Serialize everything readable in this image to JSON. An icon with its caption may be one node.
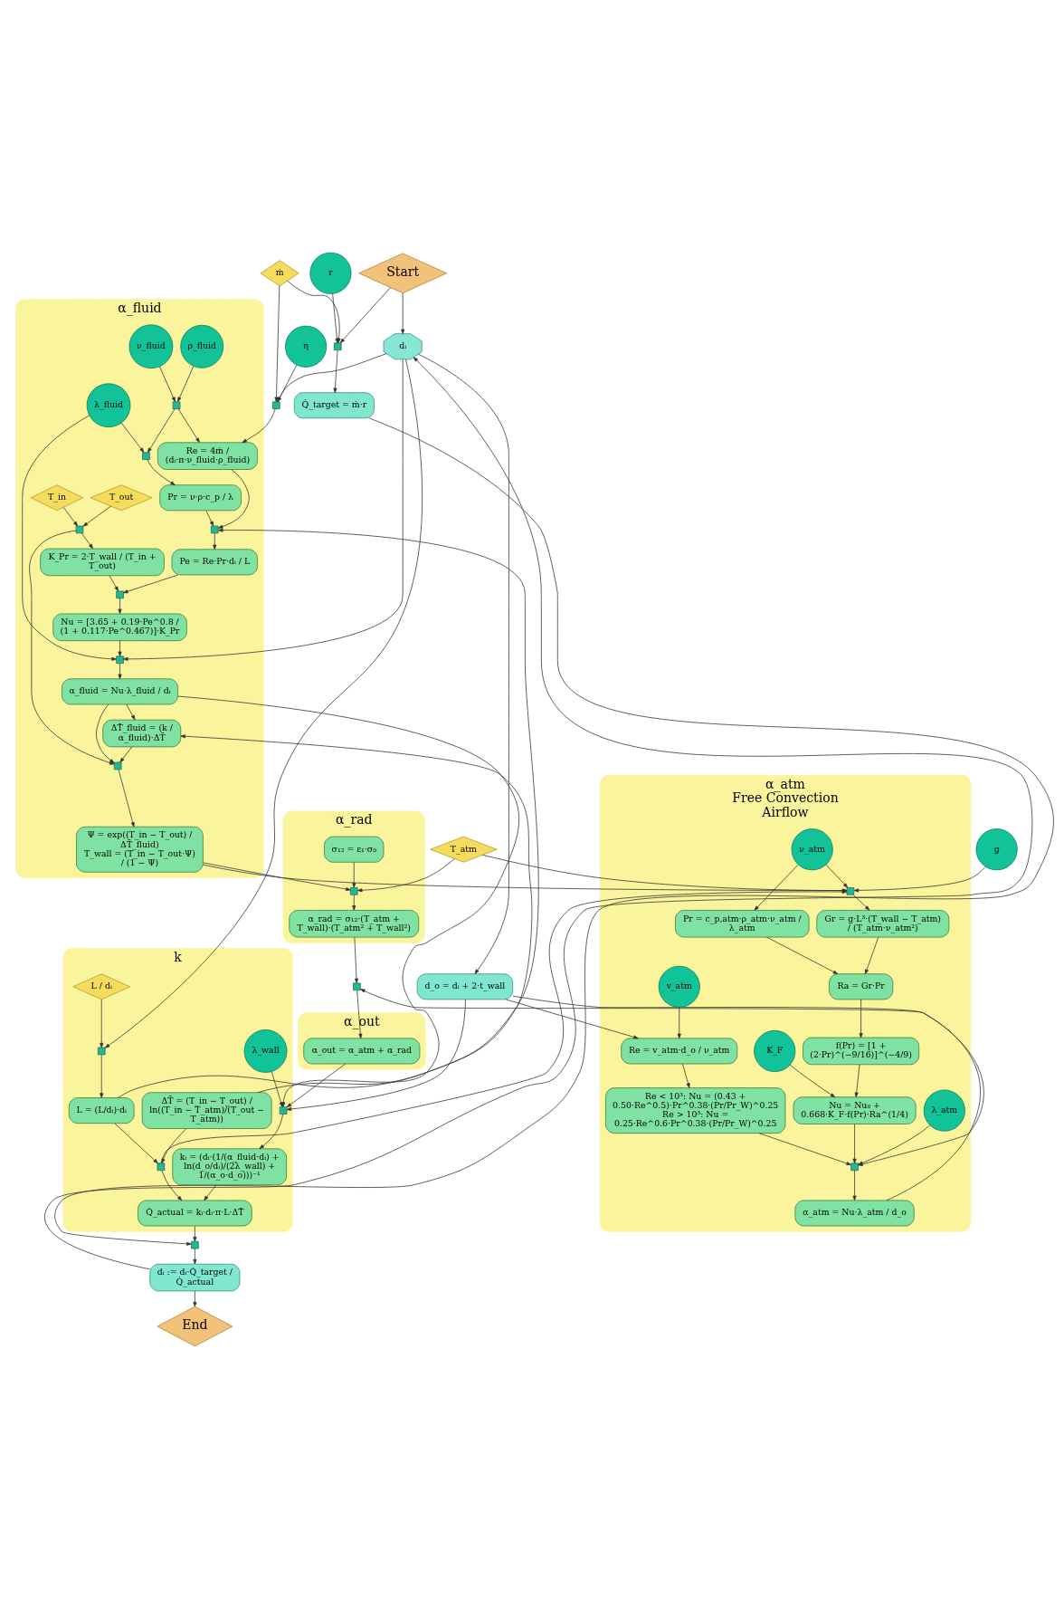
{
  "diagram": {
    "nodes": [
      {
        "text": [
          "Start"
        ]
      },
      {
        "text": [
          "ṁ"
        ]
      },
      {
        "text": [
          "r"
        ]
      },
      {
        "text": [
          "η"
        ]
      },
      {
        "text": [
          "dᵢ"
        ]
      },
      {
        "text": [
          "d_o = dᵢ + 2·t_wall"
        ]
      },
      {
        "text": [
          "Q̇_target = ṁ·r"
        ]
      },
      {
        "text": [
          "T_atm"
        ]
      },
      {
        "text": [
          "g"
        ]
      },
      {
        "text": [
          "α_fluid"
        ]
      },
      {
        "text": [
          "ρ_fluid"
        ],
        "in": 9
      },
      {
        "text": [
          "ν_fluid"
        ],
        "in": 9
      },
      {
        "text": [
          "Re = 4ṁ / (dᵢ·π·ν_fluid·ρ_fluid)"
        ],
        "in": 9
      },
      {
        "text": [
          "Pr = ν·ρ·c_p / λ"
        ],
        "in": 9
      },
      {
        "text": [
          "Pe = Re·Pr·dᵢ / L"
        ],
        "in": 9
      },
      {
        "text": [
          "T_in"
        ],
        "in": 9
      },
      {
        "text": [
          "T_out"
        ],
        "in": 9
      },
      {
        "text": [
          "K_Pr = 2·T_wall / (T_in + T_out)"
        ],
        "in": 9
      },
      {
        "text": [
          "λ_fluid"
        ],
        "in": 9
      },
      {
        "text": [
          "Nu = [3.65 + 0.19·Pe^0.8 / (1 + 0.117·Pe^0.467)]·K_Pr"
        ],
        "in": 9
      },
      {
        "text": [
          "α_fluid = Nu·λ_fluid / dᵢ"
        ],
        "in": 9
      },
      {
        "text": [
          "ΔT̄_fluid = (k / α_fluid)·ΔT̄"
        ],
        "in": 9
      },
      {
        "text": [
          "Ψ = exp((T_in − T_out) / ΔT̄_fluid)",
          "T_wall = (T_in − T_out·Ψ) / (1 − Ψ)"
        ],
        "in": 9
      },
      {
        "text": [
          "α_rad"
        ]
      },
      {
        "text": [
          "σ₁₂ = ε₁·σ₀"
        ],
        "in": 23
      },
      {
        "text": [
          "α_rad = σ₁₂·(T_atm + T_wall)·(T_atm² + T_wall²)"
        ],
        "in": 23
      },
      {
        "text": [
          "α_out"
        ]
      },
      {
        "text": [
          "α_out = α_atm + α_rad"
        ],
        "in": 26
      },
      {
        "text": [
          "k"
        ]
      },
      {
        "text": [
          "λ_wall"
        ],
        "in": 28
      },
      {
        "text": [
          "kᵢ = (dᵢ·(1/(α_fluid·dᵢ) + ln(d_o/dᵢ)/(2λ_wall) + 1/(α_o·d_o)))⁻¹"
        ],
        "in": 28
      },
      {
        "text": [
          "ΔT̄ = (T_in − T_out) / ln((T_in − T_atm)/(T_out − T_atm))"
        ],
        "in": 28
      },
      {
        "text": [
          "L / dᵢ"
        ],
        "in": 28
      },
      {
        "text": [
          "L = (L/dᵢ)·dᵢ"
        ],
        "in": 28
      },
      {
        "text": [
          "Q̇_actual = kᵢ·dᵢ·π·L·ΔT̄"
        ],
        "in": 28
      },
      {
        "text": [
          "dᵢ := dᵢ·Q̇_target / Q̇_actual"
        ]
      },
      {
        "text": [
          "End"
        ]
      },
      {
        "text": [
          "α_atm",
          "Free Convection",
          "Airflow"
        ]
      },
      {
        "text": [
          "v_atm"
        ],
        "in": 37
      },
      {
        "text": [
          "ν_atm"
        ],
        "in": 37
      },
      {
        "text": [
          "Gr = g·L³·(T_wall − T_atm) / (T_atm·ν_atm²)"
        ],
        "in": 37
      },
      {
        "text": [
          "Pr = c_p,atm·ρ_atm·ν_atm / λ_atm"
        ],
        "in": 37
      },
      {
        "text": [
          "Re = v_atm·d_o / ν_atm"
        ],
        "in": 37
      },
      {
        "text": [
          "Ra = Gr·Pr"
        ],
        "in": 37
      },
      {
        "text": [
          "f(Pr) = [1 + (2·Pr)^(−9/16)]^(−4/9)"
        ],
        "in": 37
      },
      {
        "text": [
          "K_F"
        ],
        "in": 37
      },
      {
        "text": [
          "Nu = Nu₀ + 0.668·K_F·f(Pr)·Ra^(1/4)"
        ],
        "in": 37
      },
      {
        "text": [
          "Re < 10³: Nu = (0.43 + 0.50·Re^0.5)·Pr^0.38·(Pr/Pr_W)^0.25",
          "Re > 10³: Nu = 0.25·Re^0.6·Pr^0.38·(Pr/Pr_W)^0.25"
        ],
        "in": 37
      },
      {
        "text": [
          "λ_atm"
        ],
        "in": 37
      },
      {
        "text": [
          "α_atm = Nu·λ_atm / d_o"
        ],
        "in": 37
      },
      {
        "text": [],
        "shape": "box"
      },
      {
        "text": [],
        "shape": "box"
      },
      {
        "text": [],
        "shape": "box",
        "in": 9
      },
      {
        "text": [],
        "shape": "box",
        "in": 9
      },
      {
        "text": [],
        "shape": "box",
        "in": 9
      },
      {
        "text": [],
        "shape": "box",
        "in": 9
      },
      {
        "text": [],
        "shape": "box",
        "in": 9
      },
      {
        "text": [],
        "shape": "box",
        "in": 9
      },
      {
        "text": [],
        "shape": "box",
        "in": 9
      },
      {
        "text": [],
        "shape": "box",
        "in": 23
      },
      {
        "text": [],
        "shape": "box"
      },
      {
        "text": [],
        "shape": "box",
        "in": 28
      },
      {
        "text": [],
        "shape": "box",
        "in": 28
      },
      {
        "text": [],
        "shape": "box",
        "in": 28
      },
      {
        "text": [],
        "shape": "box"
      },
      {
        "text": [],
        "shape": "box",
        "in": 37
      },
      {
        "text": [],
        "shape": "box",
        "in": 37
      }
    ],
    "edges": [
      {
        "from": 0,
        "to": 50,
        "arrow": "to"
      },
      {
        "from": 1,
        "to": 50,
        "arrow": "to"
      },
      {
        "from": 2,
        "to": 50,
        "arrow": "to"
      },
      {
        "from": 50,
        "to": 6,
        "arrow": "to"
      },
      {
        "from": 1,
        "to": 51,
        "arrow": "to"
      },
      {
        "from": 3,
        "to": 51,
        "arrow": "to"
      },
      {
        "from": 4,
        "to": 51,
        "arrow": "to"
      },
      {
        "from": 51,
        "to": 12,
        "arrow": "to"
      },
      {
        "from": 0,
        "to": 4,
        "arrow": "to"
      },
      {
        "from": 4,
        "to": 5,
        "arrow": "to"
      },
      {
        "from": 35,
        "to": 4,
        "arrow": "to"
      },
      {
        "from": 10,
        "to": 52,
        "arrow": "to"
      },
      {
        "from": 11,
        "to": 52,
        "arrow": "to"
      },
      {
        "from": 52,
        "to": 12,
        "arrow": "to"
      },
      {
        "from": 52,
        "to": 53,
        "arrow": "to"
      },
      {
        "from": 18,
        "to": 53,
        "arrow": "to"
      },
      {
        "from": 53,
        "to": 13,
        "arrow": "to"
      },
      {
        "from": 12,
        "to": 54,
        "arrow": "to"
      },
      {
        "from": 13,
        "to": 54,
        "arrow": "to"
      },
      {
        "from": 33,
        "to": 54,
        "arrow": "to"
      },
      {
        "from": 54,
        "to": 14,
        "arrow": "to"
      },
      {
        "from": 15,
        "to": 55,
        "arrow": "to"
      },
      {
        "from": 16,
        "to": 55,
        "arrow": "to"
      },
      {
        "from": 55,
        "to": 17,
        "arrow": "to"
      },
      {
        "from": 55,
        "to": 58,
        "arrow": "to"
      },
      {
        "from": 17,
        "to": 56,
        "arrow": "to"
      },
      {
        "from": 14,
        "to": 56,
        "arrow": "to"
      },
      {
        "from": 56,
        "to": 19,
        "arrow": "to"
      },
      {
        "from": 19,
        "to": 57,
        "arrow": "to"
      },
      {
        "from": 18,
        "to": 57,
        "arrow": "to"
      },
      {
        "from": 4,
        "to": 57,
        "arrow": "to"
      },
      {
        "from": 57,
        "to": 20,
        "arrow": "to"
      },
      {
        "from": 20,
        "to": 21,
        "arrow": "to"
      },
      {
        "from": 20,
        "to": 58,
        "arrow": "to"
      },
      {
        "from": 20,
        "to": 61,
        "arrow": "to"
      },
      {
        "from": 31,
        "to": 21,
        "arrow": "to"
      },
      {
        "from": 21,
        "to": 58,
        "arrow": "to"
      },
      {
        "from": 58,
        "to": 22,
        "arrow": "to"
      },
      {
        "from": 22,
        "to": 59,
        "arrow": "to"
      },
      {
        "from": 22,
        "to": 65,
        "arrow": "to"
      },
      {
        "from": 24,
        "to": 59,
        "arrow": "to"
      },
      {
        "from": 7,
        "to": 59,
        "arrow": "to"
      },
      {
        "from": 59,
        "to": 25,
        "arrow": "to"
      },
      {
        "from": 25,
        "to": 60,
        "arrow": "to"
      },
      {
        "from": 49,
        "to": 60,
        "arrow": "to"
      },
      {
        "from": 60,
        "to": 27,
        "arrow": "to"
      },
      {
        "from": 27,
        "to": 61,
        "arrow": "to"
      },
      {
        "from": 29,
        "to": 61,
        "arrow": "to"
      },
      {
        "from": 5,
        "to": 61,
        "arrow": "to"
      },
      {
        "from": 61,
        "to": 30,
        "arrow": "to"
      },
      {
        "from": 30,
        "to": 34,
        "arrow": "to"
      },
      {
        "from": 32,
        "to": 62,
        "arrow": "to"
      },
      {
        "from": 4,
        "to": 62,
        "arrow": "to"
      },
      {
        "from": 62,
        "to": 33,
        "arrow": "to"
      },
      {
        "from": 31,
        "to": 63,
        "arrow": "to"
      },
      {
        "from": 33,
        "to": 63,
        "arrow": "to"
      },
      {
        "from": 63,
        "to": 34,
        "arrow": "to"
      },
      {
        "from": 63,
        "to": 65,
        "arrow": "to"
      },
      {
        "from": 34,
        "to": 64,
        "arrow": "to"
      },
      {
        "from": 6,
        "to": 64,
        "arrow": "to"
      },
      {
        "from": 64,
        "to": 35,
        "arrow": "to"
      },
      {
        "from": 35,
        "to": 36,
        "arrow": "to"
      },
      {
        "from": 39,
        "to": 65,
        "arrow": "to"
      },
      {
        "from": 7,
        "to": 65,
        "arrow": "to"
      },
      {
        "from": 8,
        "to": 65,
        "arrow": "to"
      },
      {
        "from": 65,
        "to": 40,
        "arrow": "to"
      },
      {
        "from": 39,
        "to": 41,
        "arrow": "to"
      },
      {
        "from": 38,
        "to": 42,
        "arrow": "to"
      },
      {
        "from": 5,
        "to": 42,
        "arrow": "to"
      },
      {
        "from": 42,
        "to": 47,
        "arrow": "to"
      },
      {
        "from": 40,
        "to": 43,
        "arrow": "to"
      },
      {
        "from": 41,
        "to": 43,
        "arrow": "to"
      },
      {
        "from": 43,
        "to": 44,
        "arrow": "to"
      },
      {
        "from": 44,
        "to": 46,
        "arrow": "to"
      },
      {
        "from": 45,
        "to": 46,
        "arrow": "to"
      },
      {
        "from": 46,
        "to": 66,
        "arrow": "to"
      },
      {
        "from": 47,
        "to": 66,
        "arrow": "to"
      },
      {
        "from": 48,
        "to": 66,
        "arrow": "to"
      },
      {
        "from": 5,
        "to": 66,
        "arrow": "to"
      },
      {
        "from": 66,
        "to": 49,
        "arrow": "to"
      }
    ]
  }
}
